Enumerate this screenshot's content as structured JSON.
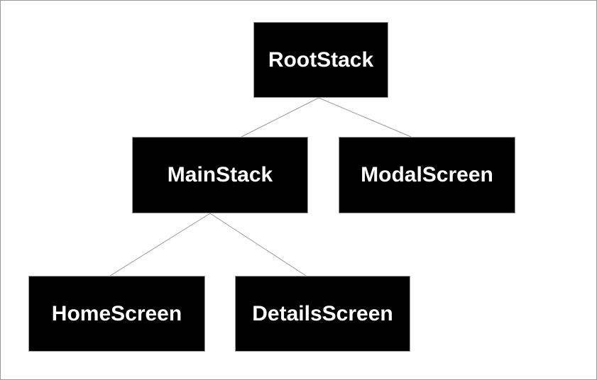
{
  "diagram": {
    "type": "tree",
    "nodes": {
      "root": {
        "label": "RootStack"
      },
      "main": {
        "label": "MainStack"
      },
      "modal": {
        "label": "ModalScreen"
      },
      "home": {
        "label": "HomeScreen"
      },
      "details": {
        "label": "DetailsScreen"
      }
    },
    "edges": [
      {
        "from": "RootStack",
        "to": "MainStack"
      },
      {
        "from": "RootStack",
        "to": "ModalScreen"
      },
      {
        "from": "MainStack",
        "to": "HomeScreen"
      },
      {
        "from": "MainStack",
        "to": "DetailsScreen"
      }
    ],
    "colors": {
      "background": "#ffffff",
      "node_fill": "#000000",
      "node_text": "#ffffff",
      "node_border": "#999999",
      "edge_line": "#999999",
      "canvas_border": "#999999"
    }
  }
}
